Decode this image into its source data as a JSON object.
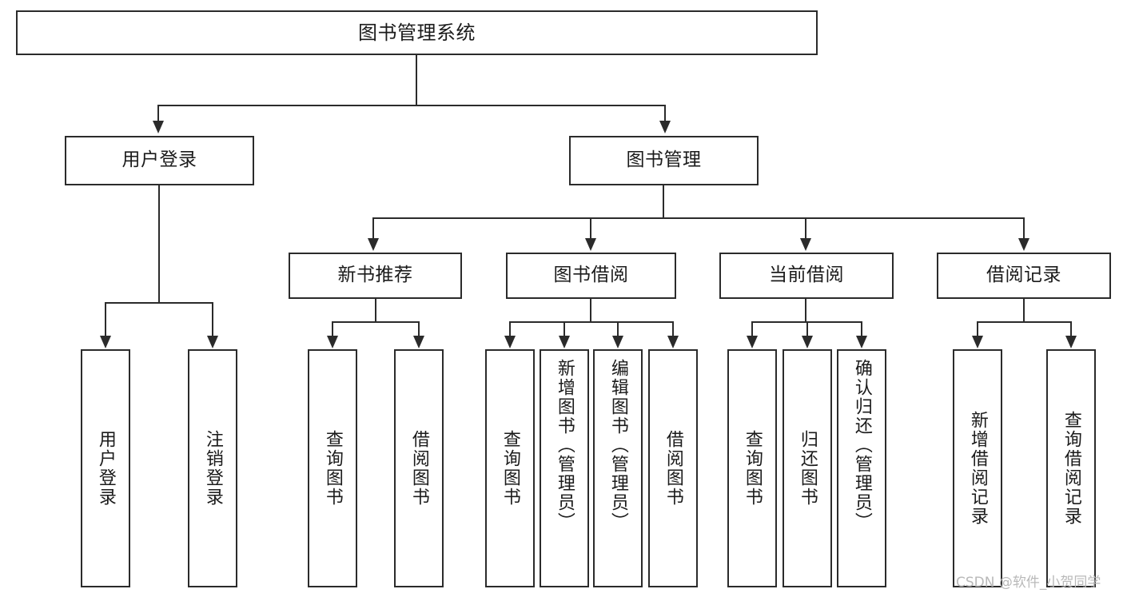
{
  "diagram": {
    "type": "tree-hierarchy",
    "title": "图书管理系统",
    "root": {
      "label": "图书管理系统"
    },
    "level1": [
      {
        "label": "用户登录"
      },
      {
        "label": "图书管理"
      }
    ],
    "level2": [
      {
        "label": "新书推荐"
      },
      {
        "label": "图书借阅"
      },
      {
        "label": "当前借阅"
      },
      {
        "label": "借阅记录"
      }
    ],
    "leaves": {
      "user_login": [
        {
          "label": "用户登录"
        },
        {
          "label": "注销登录"
        }
      ],
      "new_book_recommend": [
        {
          "label": "查询图书"
        },
        {
          "label": "借阅图书"
        }
      ],
      "book_borrow": [
        {
          "label": "查询图书"
        },
        {
          "label": "新增图书（管理员）"
        },
        {
          "label": "编辑图书（管理员）"
        },
        {
          "label": "借阅图书"
        }
      ],
      "current_borrow": [
        {
          "label": "查询图书"
        },
        {
          "label": "归还图书"
        },
        {
          "label": "确认归还（管理员）"
        }
      ],
      "borrow_record": [
        {
          "label": "新增借阅记录"
        },
        {
          "label": "查询借阅记录"
        }
      ]
    }
  },
  "watermark": {
    "text": "CSDN @软件_小贺同学"
  },
  "colors": {
    "border": "#2b2b2b",
    "background": "#ffffff",
    "text": "#1b1b1b",
    "watermark": "#b9b9b9"
  }
}
